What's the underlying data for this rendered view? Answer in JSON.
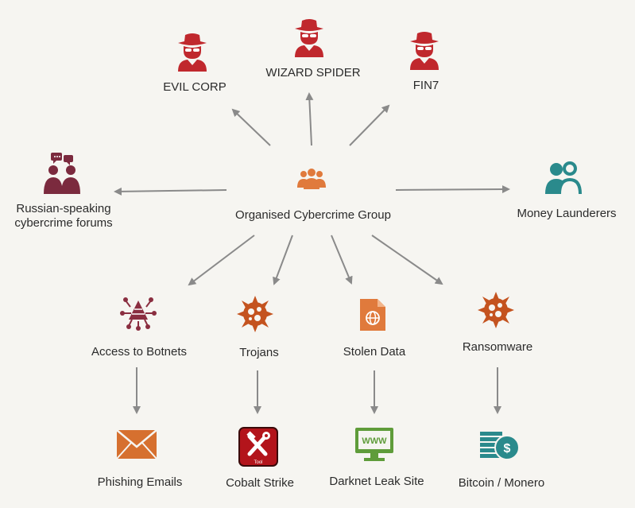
{
  "center": {
    "label": "Organised Cybercrime Group",
    "color": "#e07a3c"
  },
  "groups": [
    {
      "label": "EVIL CORP"
    },
    {
      "label": "WIZARD SPIDER"
    },
    {
      "label": "FIN7"
    }
  ],
  "forums": {
    "label_line1": "Russian-speaking",
    "label_line2": "cybercrime forums",
    "color": "#7b2a3e"
  },
  "launderers": {
    "label": "Money Launderers",
    "color": "#2a8a8c"
  },
  "tools": [
    {
      "label": "Access to Botnets",
      "color": "#8a2e40"
    },
    {
      "label": "Trojans",
      "color": "#c4531f"
    },
    {
      "label": "Stolen Data",
      "color": "#e07a3c"
    },
    {
      "label": "Ransomware",
      "color": "#c4531f"
    }
  ],
  "outcomes": [
    {
      "label": "Phishing Emails",
      "color": "#d6702f"
    },
    {
      "label": "Cobalt Strike",
      "color": "#b3141b",
      "badge": "Tool"
    },
    {
      "label": "Darknet Leak Site",
      "color": "#5f9c3a",
      "badge": "WWW"
    },
    {
      "label": "Bitcoin / Monero",
      "color": "#2a8a8c",
      "badge": "$"
    }
  ],
  "colors": {
    "actor": "#c0282d",
    "arrow": "#8a8a8a",
    "text": "#2b2b2b"
  }
}
